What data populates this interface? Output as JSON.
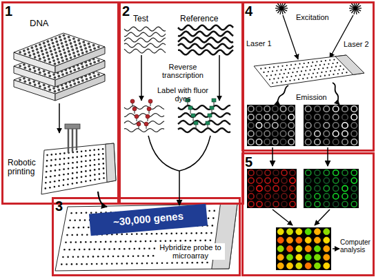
{
  "diagram": {
    "nodes": [
      {
        "text": [
          "1",
          "DNA",
          "Robotic printing"
        ]
      },
      {
        "text": [
          "2",
          "Test",
          "Reference",
          "Reverse transcription",
          "Label with fluor dyes"
        ]
      },
      {
        "text": [
          "3",
          "Hybridize probe to microarray"
        ]
      },
      {
        "text": [
          "~30,000 genes"
        ],
        "in": 2
      },
      {
        "text": [
          "4",
          "Excitation",
          "Laser 1",
          "Laser 2",
          "Emission"
        ]
      },
      {
        "text": [
          "5",
          "Computer analysis"
        ]
      }
    ],
    "edges": [
      {
        "from": 0,
        "to": 2,
        "arrow": "to"
      },
      {
        "from": 1,
        "to": 2,
        "arrow": "to"
      },
      {
        "from": 4,
        "to": 5,
        "arrow": "to"
      },
      {
        "from": 4,
        "to": 5,
        "arrow": "to"
      }
    ]
  }
}
